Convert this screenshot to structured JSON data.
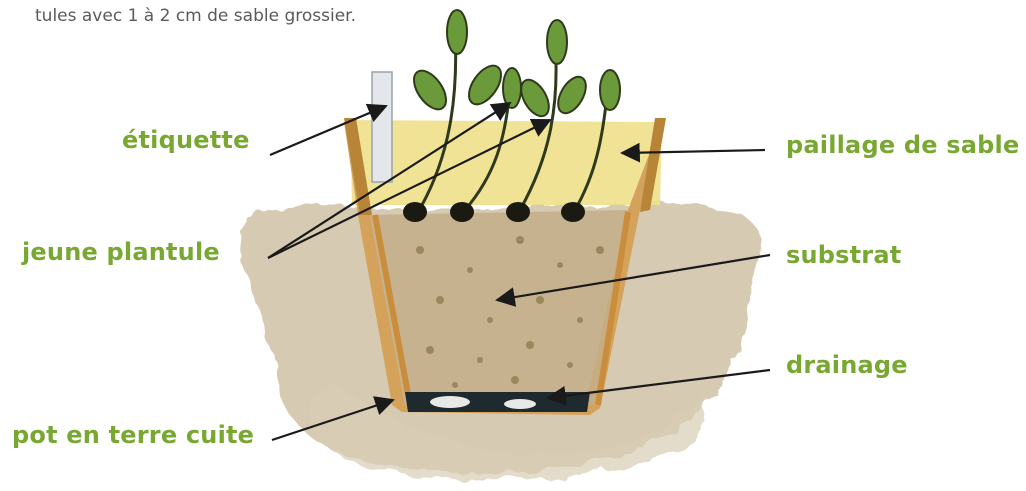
{
  "caption": "tules avec 1 à 2 cm de sable grossier.",
  "labels": {
    "etiquette": "étiquette",
    "jeune_plantule": "jeune plantule",
    "pot": "pot en terre cuite",
    "paillage": "paillage de sable",
    "substrat": "substrat",
    "drainage": "drainage"
  },
  "colors": {
    "label_green": "#78a832",
    "arrow": "#1a1a1a",
    "pot": "#d4a25a",
    "soil": "#b9a07a",
    "sand": "#efe08a",
    "leaf": "#6b9a3a",
    "ground_wash": "#c7b598"
  }
}
